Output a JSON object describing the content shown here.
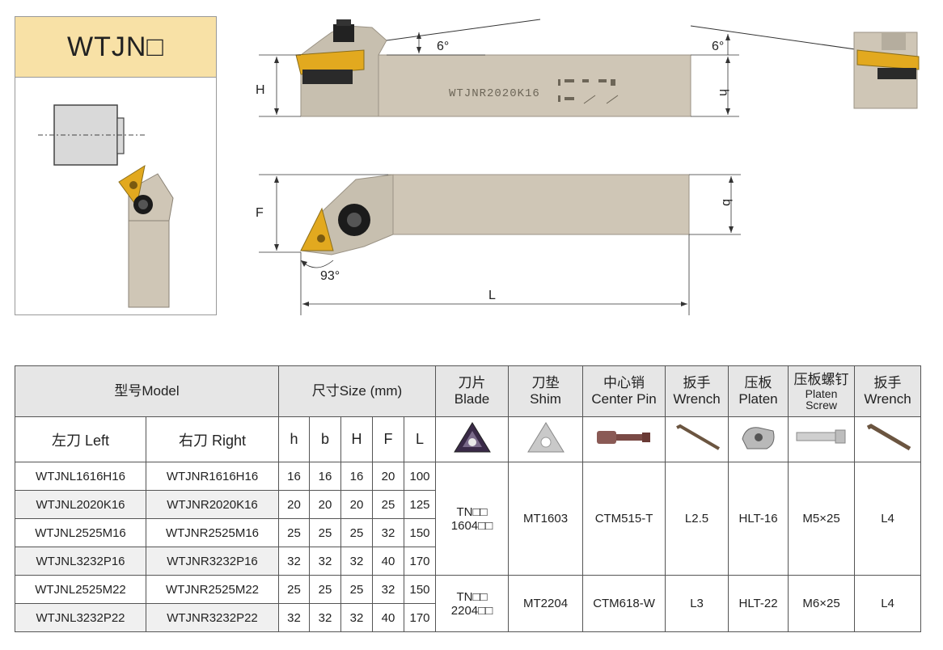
{
  "title_box": {
    "title": "WTJN□"
  },
  "diagram": {
    "angle_top_left": "6°",
    "angle_top_right": "6°",
    "label_H": "H",
    "label_h": "h",
    "label_F": "F",
    "label_b": "b",
    "label_L": "L",
    "angle_bottom": "93°",
    "shank_marking": "WTJNR2020K16"
  },
  "table": {
    "header1": {
      "model": "型号Model",
      "size": "尺寸Size (mm)",
      "blade_cn": "刀片",
      "blade_en": "Blade",
      "shim_cn": "刀垫",
      "shim_en": "Shim",
      "pin_cn": "中心销",
      "pin_en": "Center Pin",
      "wrench1_cn": "扳手",
      "wrench1_en": "Wrench",
      "platen_cn": "压板",
      "platen_en": "Platen",
      "screw_cn": "压板螺钉",
      "screw_en1": "Platen",
      "screw_en2": "Screw",
      "wrench2_cn": "扳手",
      "wrench2_en": "Wrench"
    },
    "header2": {
      "left": "左刀 Left",
      "right": "右刀 Right",
      "h": "h",
      "b": "b",
      "H": "H",
      "F": "F",
      "L": "L"
    },
    "rows": [
      {
        "left": "WTJNL1616H16",
        "right": "WTJNR1616H16",
        "h": "16",
        "b": "16",
        "H": "16",
        "F": "20",
        "L": "100"
      },
      {
        "left": "WTJNL2020K16",
        "right": "WTJNR2020K16",
        "h": "20",
        "b": "20",
        "H": "20",
        "F": "25",
        "L": "125"
      },
      {
        "left": "WTJNL2525M16",
        "right": "WTJNR2525M16",
        "h": "25",
        "b": "25",
        "H": "25",
        "F": "32",
        "L": "150"
      },
      {
        "left": "WTJNL3232P16",
        "right": "WTJNR3232P16",
        "h": "32",
        "b": "32",
        "H": "32",
        "F": "40",
        "L": "170"
      },
      {
        "left": "WTJNL2525M22",
        "right": "WTJNR2525M22",
        "h": "25",
        "b": "25",
        "H": "25",
        "F": "32",
        "L": "150"
      },
      {
        "left": "WTJNL3232P22",
        "right": "WTJNR3232P22",
        "h": "32",
        "b": "32",
        "H": "32",
        "F": "40",
        "L": "170"
      }
    ],
    "group1": {
      "blade1": "TN□□",
      "blade2": "1604□□",
      "shim": "MT1603",
      "pin": "CTM515-T",
      "wrench1": "L2.5",
      "platen": "HLT-16",
      "screw": "M5×25",
      "wrench2": "L4"
    },
    "group2": {
      "blade1": "TN□□",
      "blade2": "2204□□",
      "shim": "MT2204",
      "pin": "CTM618-W",
      "wrench1": "L3",
      "platen": "HLT-22",
      "screw": "M6×25",
      "wrench2": "L4"
    }
  },
  "colors": {
    "title_band": "#f8e1a6",
    "header_bg": "#e6e6e6",
    "alt_row": "#f0f0f0",
    "shank": "#cfc6b6",
    "insert": "#e2a91f"
  }
}
